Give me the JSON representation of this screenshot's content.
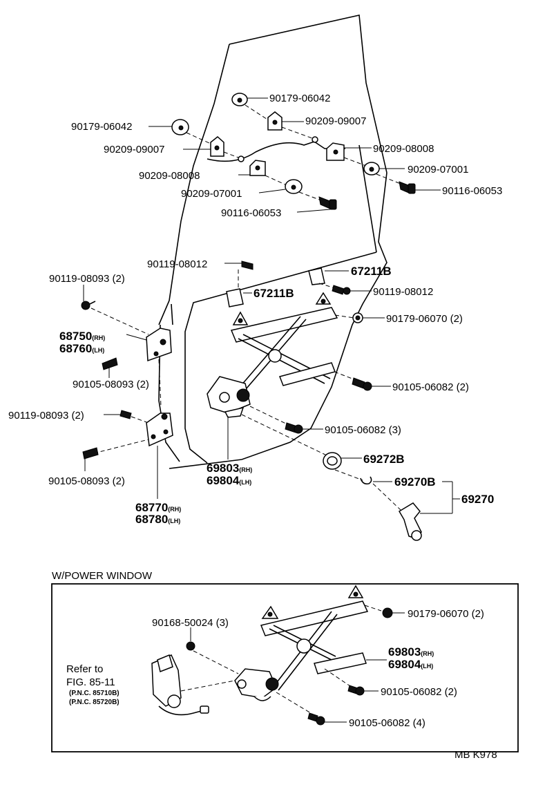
{
  "labels": {
    "p_90179_06042_a": "90179-06042",
    "p_90209_09007_a": "90209-09007",
    "p_90179_06042_b": "90179-06042",
    "p_90209_09007_b": "90209-09007",
    "p_90209_08008_a": "90209-08008",
    "p_90209_08008_b": "90209-08008",
    "p_90209_07001_a": "90209-07001",
    "p_90209_07001_b": "90209-07001",
    "p_90116_06053_a": "90116-06053",
    "p_90116_06053_b": "90116-06053",
    "p_90119_08012_a": "90119-08012",
    "p_67211B_a": "67211B",
    "p_90119_08012_b": "90119-08012",
    "p_90119_08093_a": "90119-08093 (2)",
    "p_67211B_b": "67211B",
    "p_90179_06070": "90179-06070 (2)",
    "p_68750": "68750",
    "p_68750_side": "(RH)",
    "p_68760": "68760",
    "p_68760_side": "(LH)",
    "p_90105_08093_a": "90105-08093 (2)",
    "p_90105_06082_a": "90105-06082 (2)",
    "p_90119_08093_b": "90119-08093 (2)",
    "p_90105_06082_b": "90105-06082 (3)",
    "p_69272B": "69272B",
    "p_69803": "69803",
    "p_69803_side": "(RH)",
    "p_69804": "69804",
    "p_69804_side": "(LH)",
    "p_90105_08093_b": "90105-08093 (2)",
    "p_69270B": "69270B",
    "p_69270": "69270",
    "p_68770": "68770",
    "p_68770_side": "(RH)",
    "p_68780": "68780",
    "p_68780_side": "(LH)"
  },
  "power_window": {
    "title": "W/POWER WINDOW",
    "p_90179_06070": "90179-06070 (2)",
    "p_90168_50024": "90168-50024 (3)",
    "p_69803": "69803",
    "p_69803_side": "(RH)",
    "p_69804": "69804",
    "p_69804_side": "(LH)",
    "refer_line1": "Refer to",
    "refer_line2": "FIG. 85-11",
    "pnc_1": "(P.N.C. 85710B)",
    "pnc_2": "(P.N.C. 85720B)",
    "p_90105_06082_a": "90105-06082 (2)",
    "p_90105_06082_b": "90105-06082 (4)"
  },
  "figure_code": "MB K978"
}
